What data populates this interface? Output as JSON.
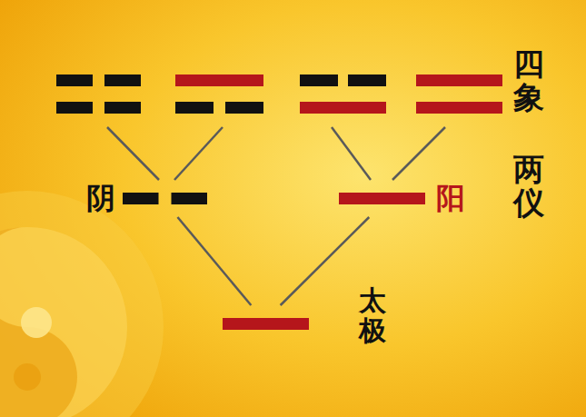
{
  "diagram": {
    "nodes": [
      {
        "text": [
          "阴"
        ]
      },
      {
        "text": [
          "阳"
        ]
      },
      {
        "text": [
          "太极"
        ]
      }
    ],
    "edges": [
      {
        "from": 2,
        "to": 0,
        "arrow": "none"
      },
      {
        "from": 2,
        "to": 1,
        "arrow": "none"
      }
    ],
    "labels": [
      "四象",
      "两仪"
    ]
  }
}
